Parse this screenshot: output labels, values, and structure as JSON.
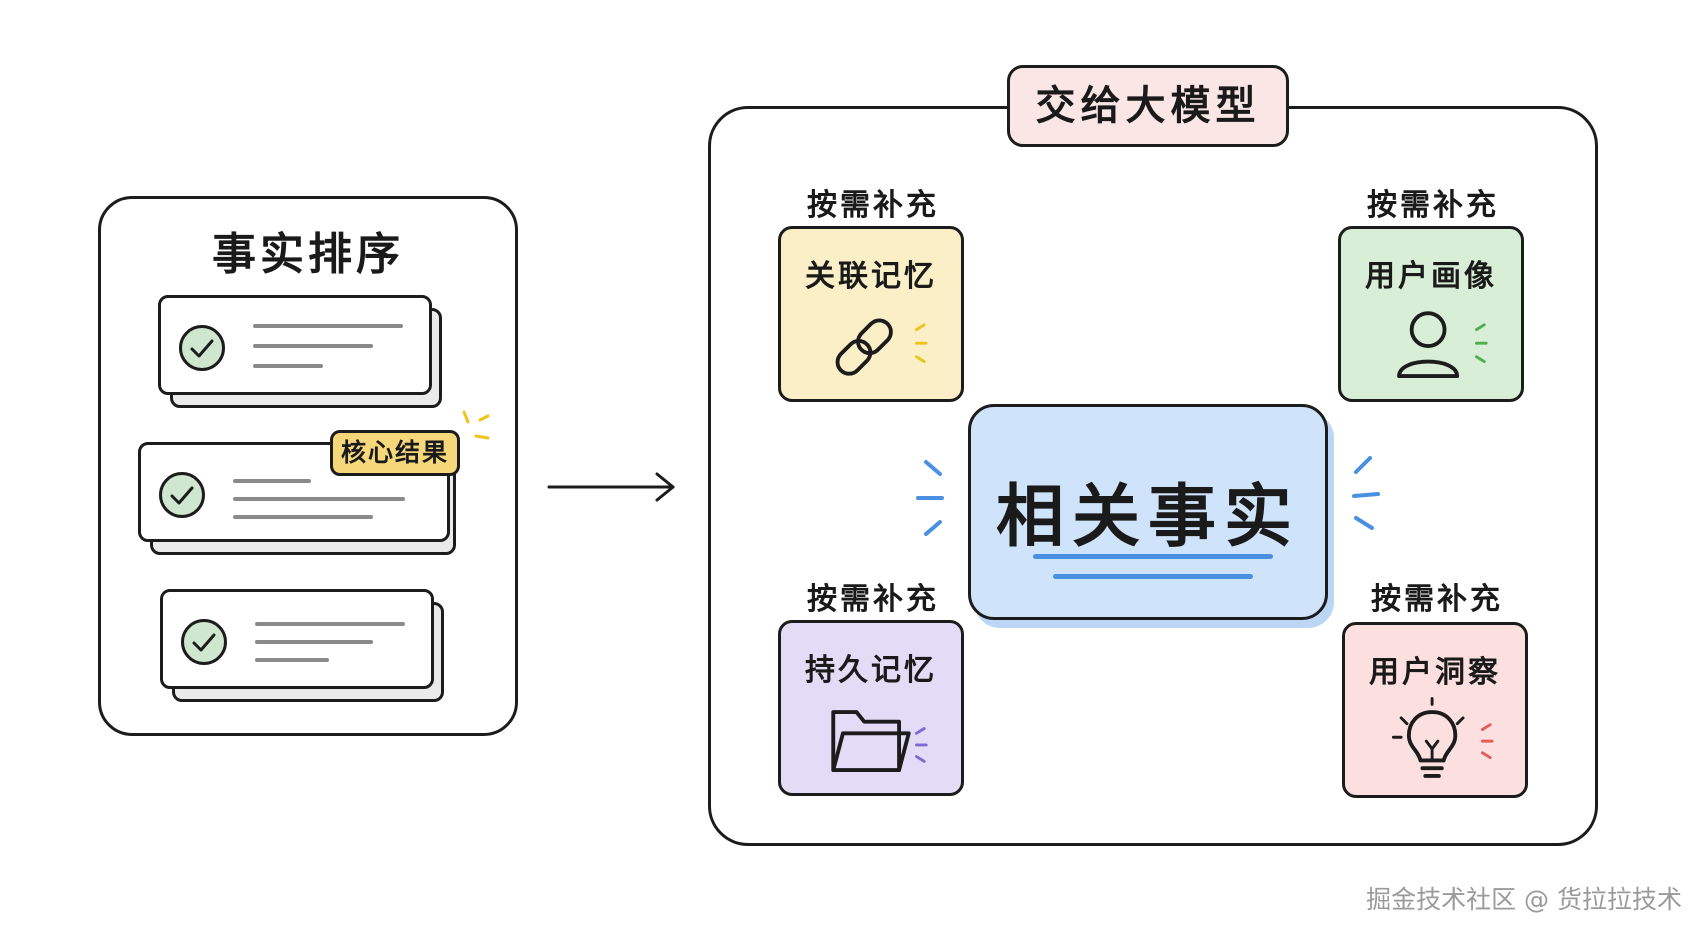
{
  "left_panel": {
    "title": "事实排序",
    "badge": "核心结果"
  },
  "right_panel": {
    "header": "交给大模型",
    "center": "相关事实",
    "modules": [
      {
        "supplement_label": "按需补充",
        "title": "关联记忆",
        "icon": "link-icon",
        "color": "#fbefc8",
        "accent": "#f0c419"
      },
      {
        "supplement_label": "按需补充",
        "title": "用户画像",
        "icon": "user-icon",
        "color": "#d8eed6",
        "accent": "#4caf50"
      },
      {
        "supplement_label": "按需补充",
        "title": "持久记忆",
        "icon": "folder-icon",
        "color": "#e3dcf6",
        "accent": "#7e6bd1"
      },
      {
        "supplement_label": "按需补充",
        "title": "用户洞察",
        "icon": "lightbulb-icon",
        "color": "#fbe0df",
        "accent": "#e35d5d"
      }
    ]
  },
  "colors": {
    "center_fill": "#cfe3fb",
    "center_accent": "#4a90e2",
    "header_fill": "#fbe6e6",
    "badge_fill": "#f6d77a",
    "check_fill": "#cfe6cf"
  },
  "watermark": "掘金技术社区 @ 货拉拉技术"
}
